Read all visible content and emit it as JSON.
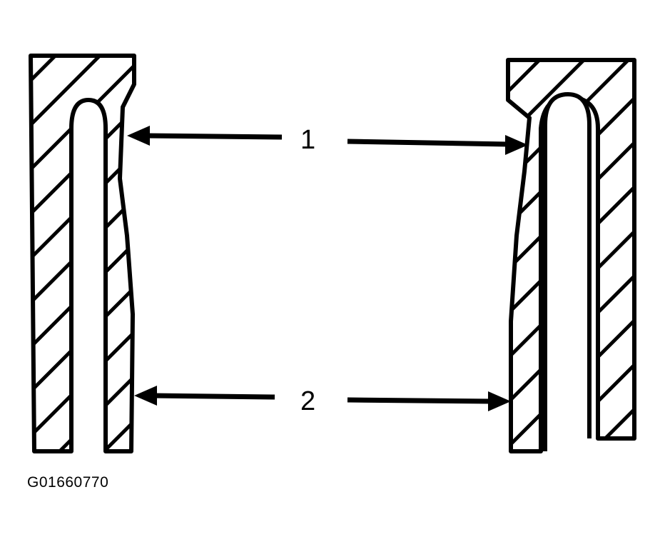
{
  "callouts": {
    "one": "1",
    "two": "2"
  },
  "figure_code": "G01660770",
  "colors": {
    "ink": "#000000",
    "paper": "#ffffff"
  }
}
